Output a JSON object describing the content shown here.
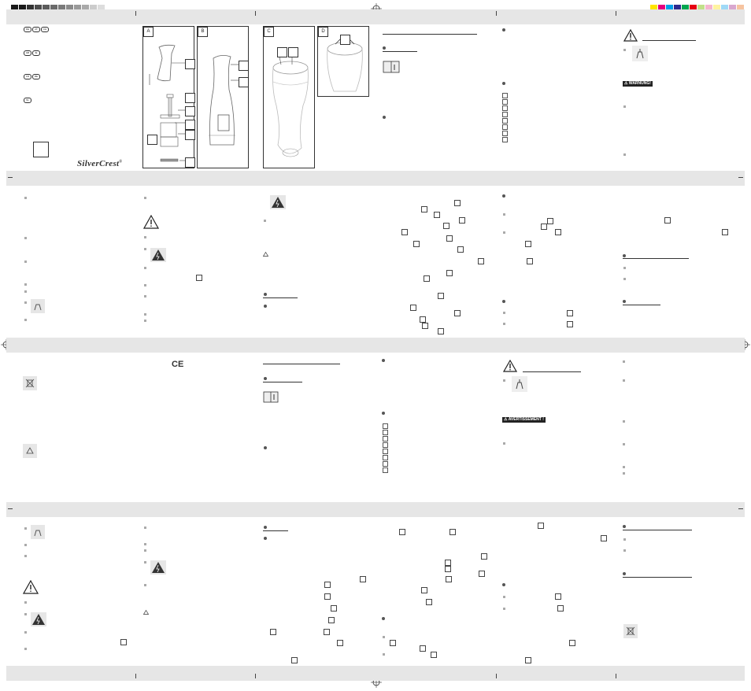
{
  "brand": {
    "logo_text": "SilverCrest",
    "trademark": "®"
  },
  "labels": {
    "warning_de": "WARNUNG!",
    "warning_fr": "AVERTISSEMENT !",
    "ce_mark": "CE"
  },
  "colors": {
    "band": "#e6e6e6",
    "grey_bar": [
      "#1a1a1a",
      "#333333",
      "#4d4d4d",
      "#5c5c5c",
      "#6b6b6b",
      "#7a7a7a",
      "#8a8a8a",
      "#9a9a9a",
      "#aaaaaa",
      "#bbbbbb",
      "#cccccc",
      "#dddddd"
    ],
    "color_bar": [
      "#ffe600",
      "#e4007e",
      "#00a0e9",
      "#2d2a8f",
      "#00a650",
      "#e60012",
      "#c1e08a",
      "#f5b6cf",
      "#fff3a0",
      "#9fd9f6",
      "#d9a7cf",
      "#f6c4a0"
    ]
  },
  "figures": [
    {
      "id": "fig-a",
      "label": "A"
    },
    {
      "id": "fig-b",
      "label": "B"
    },
    {
      "id": "fig-c",
      "label": "C"
    },
    {
      "id": "fig-d",
      "label": "D"
    }
  ]
}
